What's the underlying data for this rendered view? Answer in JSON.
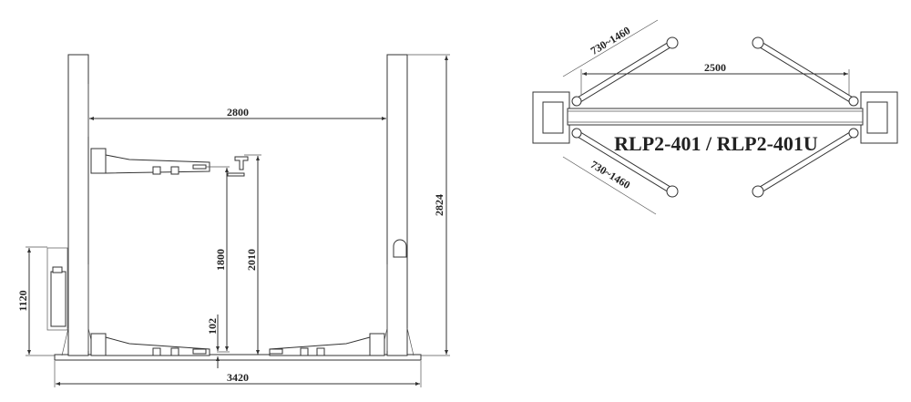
{
  "front_view": {
    "dimensions": {
      "column_inner_width": "2800",
      "overall_width": "3420",
      "overall_height": "2824",
      "power_unit_height": "1120",
      "max_lift_height": "1800",
      "max_pad_height": "2010",
      "min_pad_height": "102"
    }
  },
  "top_view": {
    "model_label": "RLP2-401 / RLP2-401U",
    "dimensions": {
      "arm_reach_top": "730~1460",
      "arm_reach_bottom": "730~1460",
      "column_spacing": "2500"
    }
  }
}
